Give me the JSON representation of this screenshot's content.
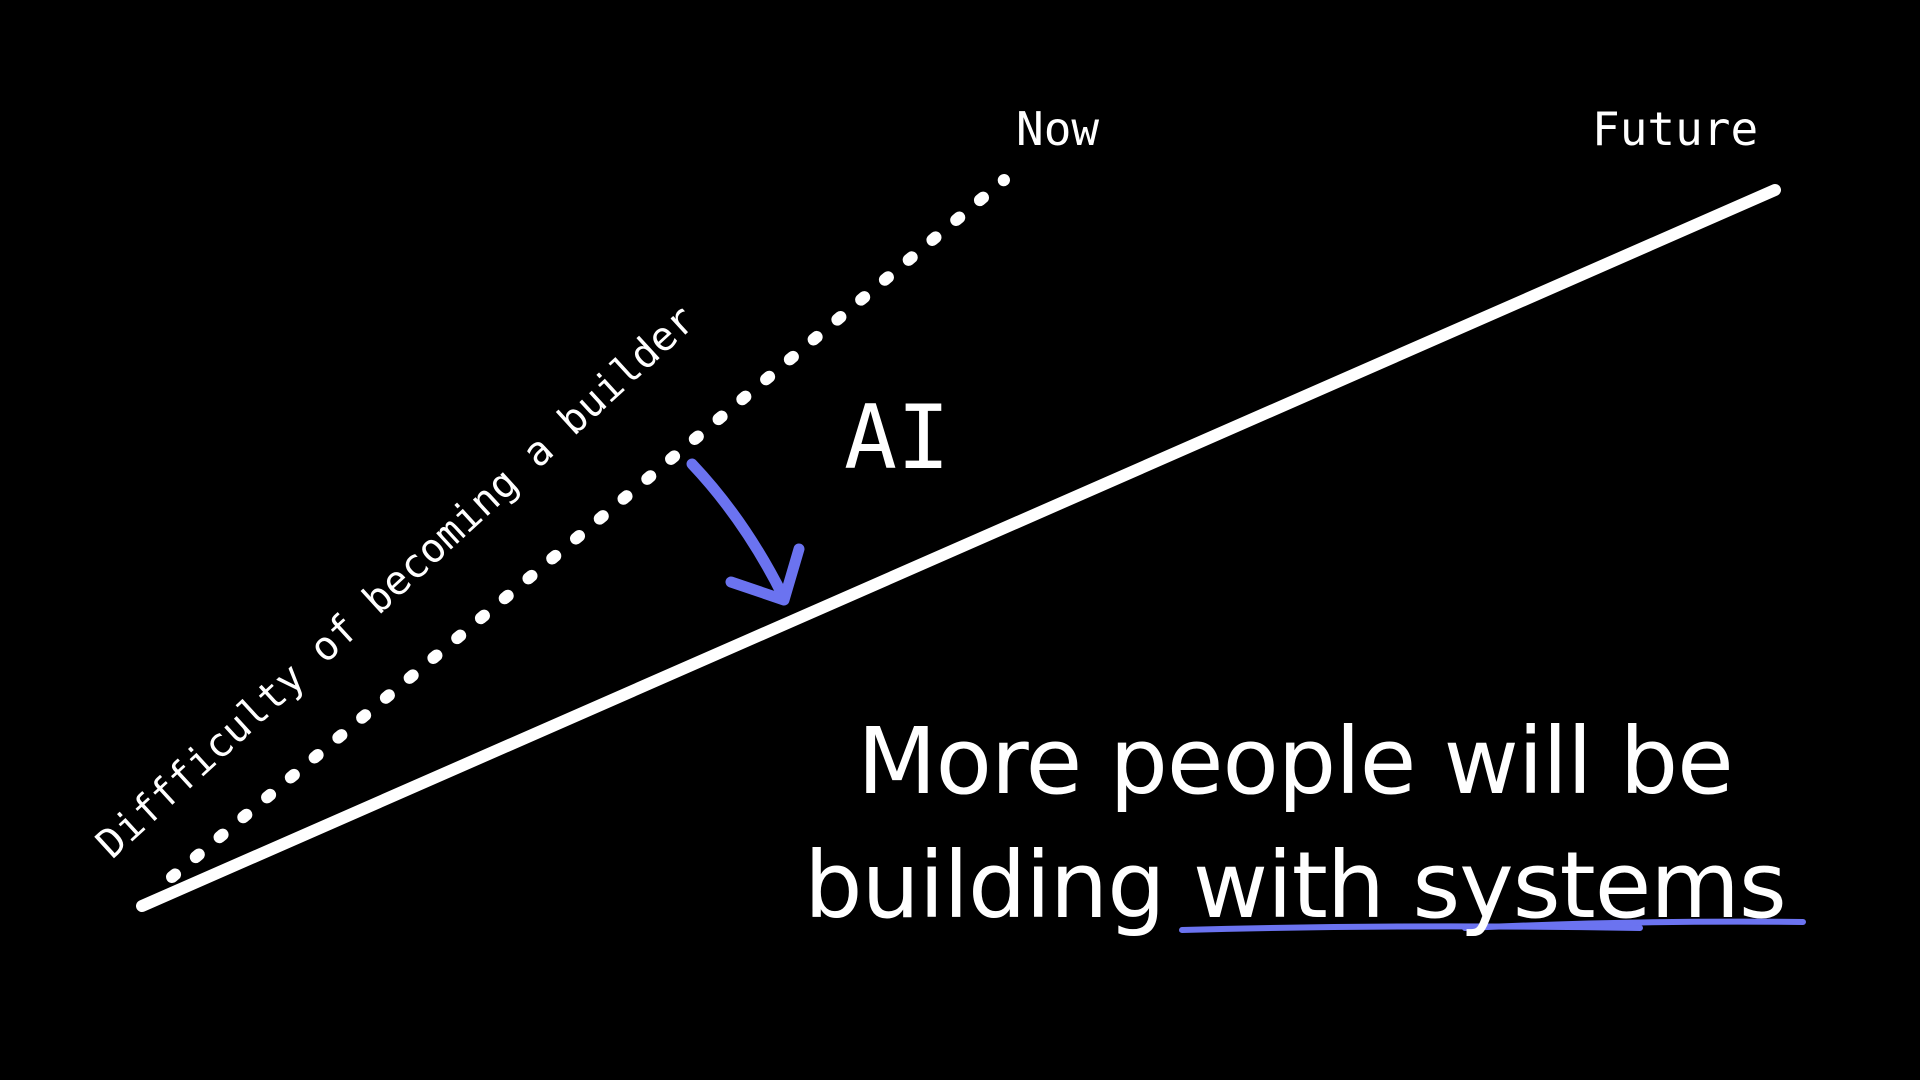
{
  "labels": {
    "now": "Now",
    "future": "Future",
    "ai": "AI",
    "axis": "Diffficulty of becoming a builder"
  },
  "headline": {
    "line1": "More people will be",
    "line2_plain": "building ",
    "line2_emphasis": "with systems"
  },
  "colors": {
    "background": "#000000",
    "foreground": "#ffffff",
    "accent": "#6b73f0"
  },
  "icons": {
    "arrow": "curved-down-arrow-icon",
    "underline": "hand-drawn-underline"
  }
}
